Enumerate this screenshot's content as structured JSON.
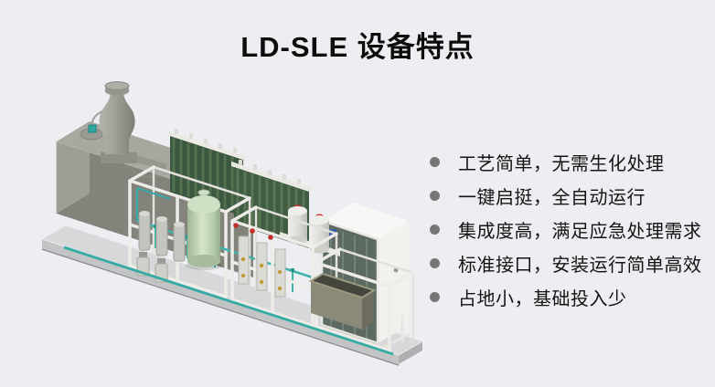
{
  "page": {
    "background": "#eceef1"
  },
  "header": {
    "title": "LD-SLE 设备特点"
  },
  "features": {
    "bullet_color": "#767676",
    "items": [
      "工艺简单，无需生化处理",
      "一键启挺，全自动运行",
      "集成度高，满足应急处理需求",
      "标准接口，安装运行简单高效",
      "占地小，基础投入少"
    ]
  },
  "illustration": {
    "icon": "equipment-3d-render-icon",
    "colors": {
      "tank_gray": "#83837b",
      "membrane_green": "#3b5740",
      "pipe_teal": "#35aba3",
      "vessel_green": "#c3d6ba",
      "frame_white": "#edece8",
      "cabinet_glass": "#5c6a61",
      "valve_red": "#c7312d",
      "fitting_gold": "#bd9b35",
      "base_gray": "#cdcfd1"
    }
  }
}
